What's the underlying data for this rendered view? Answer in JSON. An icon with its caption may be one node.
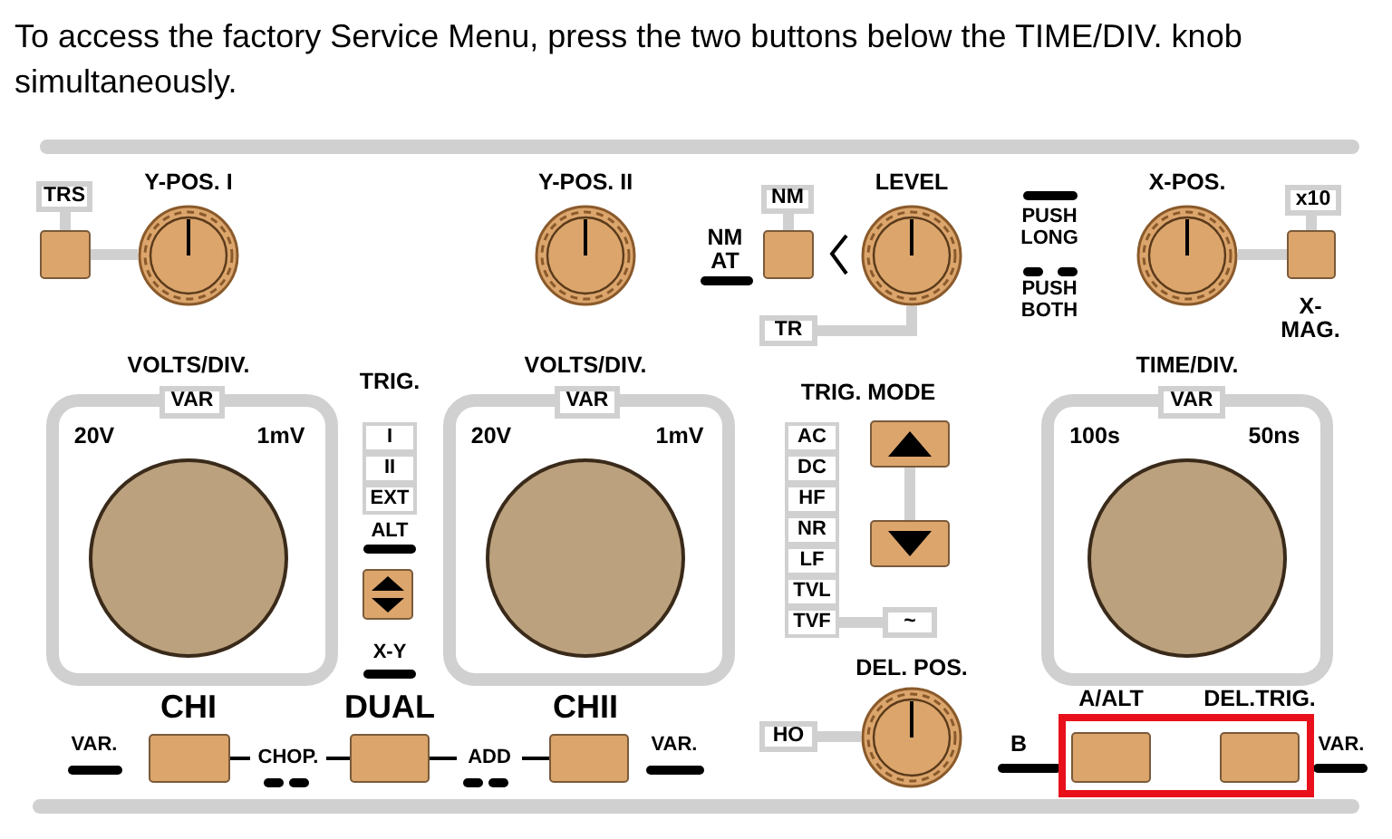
{
  "diagram": {
    "title": "To access the factory Service Menu, press the two buttons below the TIME/DIV. knob simultaneously.",
    "nodes": [
      {
        "text": [
          "TRS"
        ]
      },
      {
        "text": [
          "NM"
        ]
      },
      {
        "text": [
          "x10"
        ]
      },
      {
        "text": [],
        "shape": "box"
      },
      {
        "text": [],
        "shape": "circle"
      },
      {
        "text": [],
        "shape": "circle"
      },
      {
        "text": [],
        "shape": "box"
      },
      {
        "text": [],
        "shape": "circle"
      },
      {
        "text": [],
        "shape": "circle"
      },
      {
        "text": [],
        "shape": "box"
      },
      {
        "text": [
          "TR"
        ]
      },
      {
        "text": [
          "VAR"
        ]
      },
      {
        "text": [
          "VAR"
        ]
      },
      {
        "text": [
          "VAR"
        ]
      },
      {
        "text": [
          "I"
        ]
      },
      {
        "text": [
          "II"
        ]
      },
      {
        "text": [
          "EXT"
        ]
      },
      {
        "text": [
          "AC"
        ]
      },
      {
        "text": [
          "DC"
        ]
      },
      {
        "text": [
          "HF"
        ]
      },
      {
        "text": [
          "NR"
        ]
      },
      {
        "text": [
          "LF"
        ]
      },
      {
        "text": [
          "TVL"
        ]
      },
      {
        "text": [
          "TVF"
        ]
      },
      {
        "text": [],
        "shape": "box"
      },
      {
        "text": [],
        "shape": "circle"
      },
      {
        "text": [],
        "shape": "circle"
      },
      {
        "text": [],
        "shape": "circle"
      },
      {
        "text": [],
        "shape": "box"
      },
      {
        "text": [],
        "shape": "box"
      },
      {
        "text": [
          "~"
        ]
      },
      {
        "text": [
          "HO"
        ]
      },
      {
        "text": [],
        "shape": "circle"
      },
      {
        "text": [],
        "shape": "box"
      },
      {
        "text": [],
        "shape": "box"
      },
      {
        "text": [],
        "shape": "box"
      },
      {
        "text": [],
        "shape": "box"
      },
      {
        "text": [],
        "shape": "box"
      },
      {
        "text": [
          "CHOP."
        ]
      },
      {
        "text": [
          "ADD"
        ]
      }
    ],
    "edges": [
      {
        "from": 0,
        "to": 3,
        "arrow": "none"
      },
      {
        "from": 3,
        "to": 4,
        "arrow": "none"
      },
      {
        "from": 1,
        "to": 6,
        "arrow": "none"
      },
      {
        "from": 10,
        "to": 7,
        "arrow": "none"
      },
      {
        "from": 8,
        "to": 9,
        "arrow": "none"
      },
      {
        "from": 2,
        "to": 9,
        "arrow": "none"
      },
      {
        "from": 24,
        "to": 28,
        "arrow": "none"
      },
      {
        "from": 23,
        "to": 30,
        "arrow": "none"
      },
      {
        "from": 31,
        "to": 32,
        "arrow": "none"
      },
      {
        "from": 33,
        "to": 38,
        "arrow": "none",
        "color": "#000000"
      },
      {
        "from": 38,
        "to": 34,
        "arrow": "none",
        "color": "#000000"
      },
      {
        "from": 34,
        "to": 39,
        "arrow": "none",
        "color": "#000000"
      },
      {
        "from": 39,
        "to": 35,
        "arrow": "none",
        "color": "#000000"
      }
    ],
    "labels": [
      "Y-POS. I",
      "Y-POS. II",
      "LEVEL",
      "X-POS.",
      "NM AT",
      "PUSH LONG",
      "PUSH BOTH",
      "X- MAG.",
      "VOLTS/DIV.",
      "TRIG.",
      "VOLTS/DIV.",
      "TRIG. MODE",
      "TIME/DIV.",
      "20V",
      "1mV",
      "20V",
      "1mV",
      "100s",
      "50ns",
      "ALT",
      "X-Y",
      "DEL. POS.",
      "CHI",
      "DUAL",
      "CHII",
      "A/ALT",
      "DEL.TRIG.",
      "VAR.",
      "VAR.",
      "B",
      "VAR."
    ]
  }
}
